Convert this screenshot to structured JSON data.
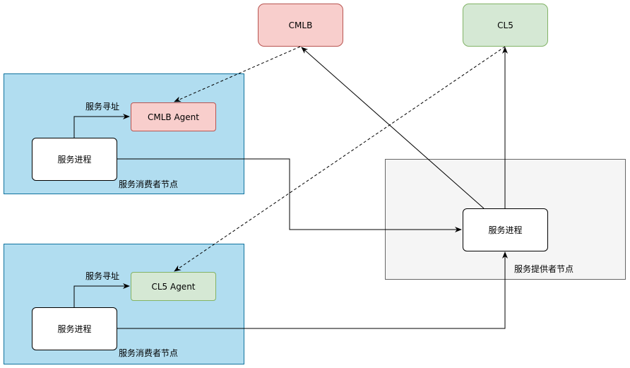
{
  "colors": {
    "consumer_fill": "#b1ddf0",
    "consumer_stroke": "#10739e",
    "provider_fill": "#f5f5f5",
    "provider_stroke": "#666666",
    "cmlb_fill": "#f8cecc",
    "cmlb_stroke": "#b85450",
    "cl5_fill": "#d5e8d4",
    "cl5_stroke": "#82b366",
    "process_fill": "#ffffff",
    "edge": "#000000"
  },
  "top": {
    "cmlb_label": "CMLB",
    "cl5_label": "CL5"
  },
  "consumer_a": {
    "caption": "服务消费者节点",
    "process_label": "服务进程",
    "agent_label": "CMLB Agent",
    "edge_label": "服务寻址"
  },
  "consumer_b": {
    "caption": "服务消费者节点",
    "process_label": "服务进程",
    "agent_label": "CL5 Agent",
    "edge_label": "服务寻址"
  },
  "provider": {
    "caption": "服务提供者节点",
    "process_label": "服务进程"
  }
}
